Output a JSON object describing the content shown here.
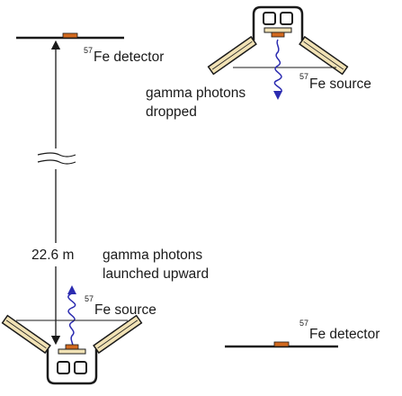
{
  "top_detector": {
    "mass_number": "57",
    "label": "Fe detector"
  },
  "top_source": {
    "mass_number": "57",
    "label": "Fe source"
  },
  "top_caption": {
    "line1": "gamma photons",
    "line2": "dropped"
  },
  "height_label": "22.6 m",
  "bottom_caption": {
    "line1": "gamma photons",
    "line2": "launched upward"
  },
  "bottom_source": {
    "mass_number": "57",
    "label": "Fe source"
  },
  "bottom_detector": {
    "mass_number": "57",
    "label": "Fe detector"
  },
  "colors": {
    "ink": "#1a1a1a",
    "detector_chip": "#d2691e",
    "wave": "#2b2bb0",
    "arm_fill": "#f1e2b5"
  }
}
